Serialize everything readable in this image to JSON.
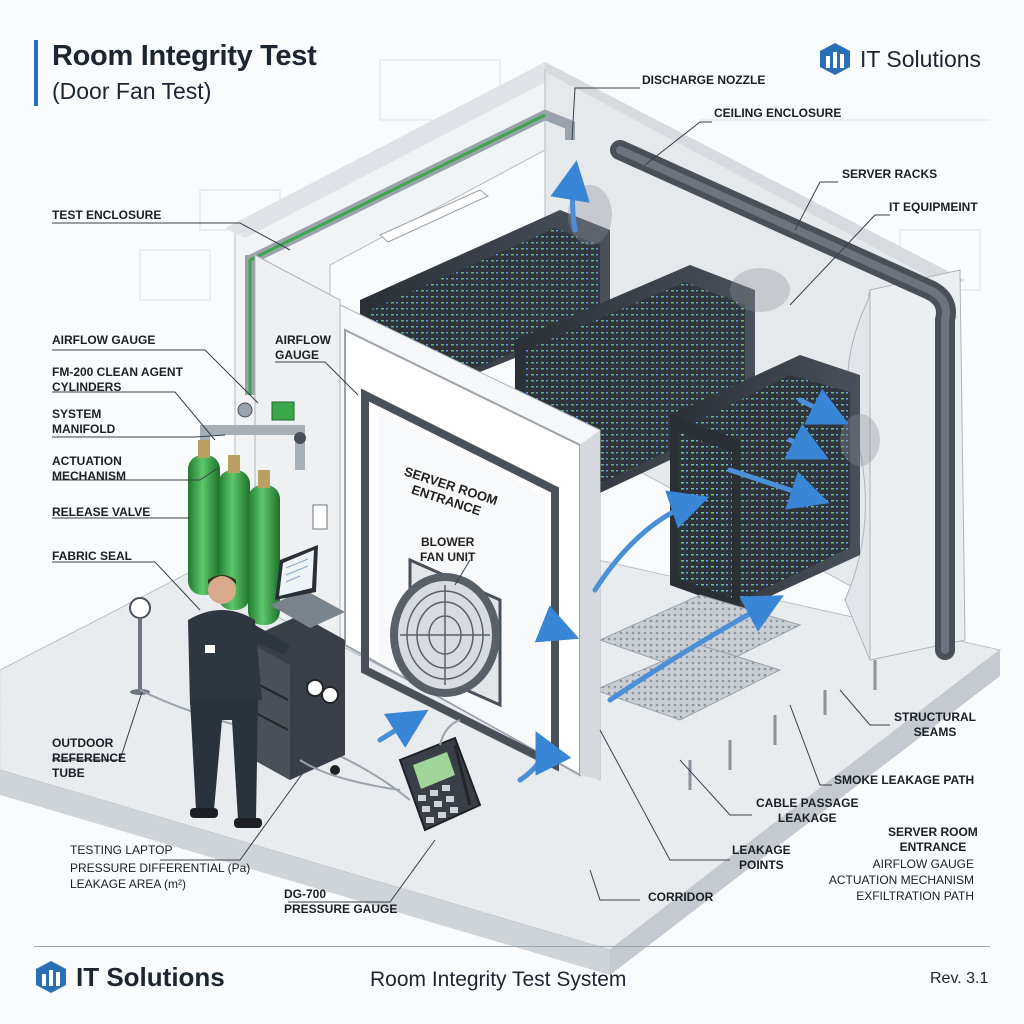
{
  "header": {
    "title": "Room Integrity Test",
    "subtitle": "(Door Fan Test)",
    "brand": "IT Solutions"
  },
  "door_sign": {
    "entrance": "SERVER ROOM\nENTRANCE",
    "fan": "BLOWER\nFAN UNIT"
  },
  "labels": {
    "discharge_nozzle": "DISCHARGE NOZZLE",
    "ceiling_enclosure": "CEILING ENCLOSURE",
    "server_racks": "SERVER RACKS",
    "it_equipment": "IT EQUIPMEINT",
    "test_enclosure": "TEST ENCLOSURE",
    "airflow_gauge_left": "AIRFLOW GAUGE",
    "airflow_gauge_center": "AIRFLOW\nGAUGE",
    "fm200": "FM-200 CLEAN AGENT\nCYLINDERS",
    "system_manifold": "SYSTEM\nMANIFOLD",
    "actuation_mechanism": "ACTUATION\nMECHANISM",
    "release_valve": "RELEASE VALVE",
    "fabric_seal": "FABRIC SEAL",
    "outdoor_reference_tube": "OUTDOOR\nREFERENCE\nTUBE",
    "testing_laptop": "TESTING LAPTOP",
    "pressure_differential": "PRESSURE DIFFERENTIAL (Pa)",
    "leakage_area": "LEAKAGE AREA (m²)",
    "dg700": "DG-700\nPRESSURE GAUGE",
    "corridor": "CORRIDOR",
    "leakage_points": "LEAKAGE\nPOINTS",
    "cable_passage": "CABLE PASSAGE\nLEAKAGE",
    "smoke_leakage": "SMOKE LEAKAGE PATH",
    "structural_seams": "STRUCTURAL\nSEAMS",
    "server_room_entrance": "SERVER ROOM\nENTRANCE",
    "legend_airflow": "AIRFLOW GAUGE",
    "legend_actuation": "ACTUATION MECHANISM",
    "legend_exfiltration": "EXFILTRATION PATH"
  },
  "footer": {
    "brand": "IT Solutions",
    "center": "Room Integrity Test System",
    "rev": "Rev. 3.1"
  },
  "colors": {
    "accent": "#2a6fb5",
    "cylinder": "#3aa74a",
    "airflow_arrow": "#4a8fd8",
    "rack": "#3a3f47",
    "wall": "#eef0f2"
  },
  "icons": [
    "it-solutions-logo-icon",
    "blower-fan-icon",
    "pressure-gauge-icon",
    "laptop-icon",
    "technician-figure"
  ]
}
